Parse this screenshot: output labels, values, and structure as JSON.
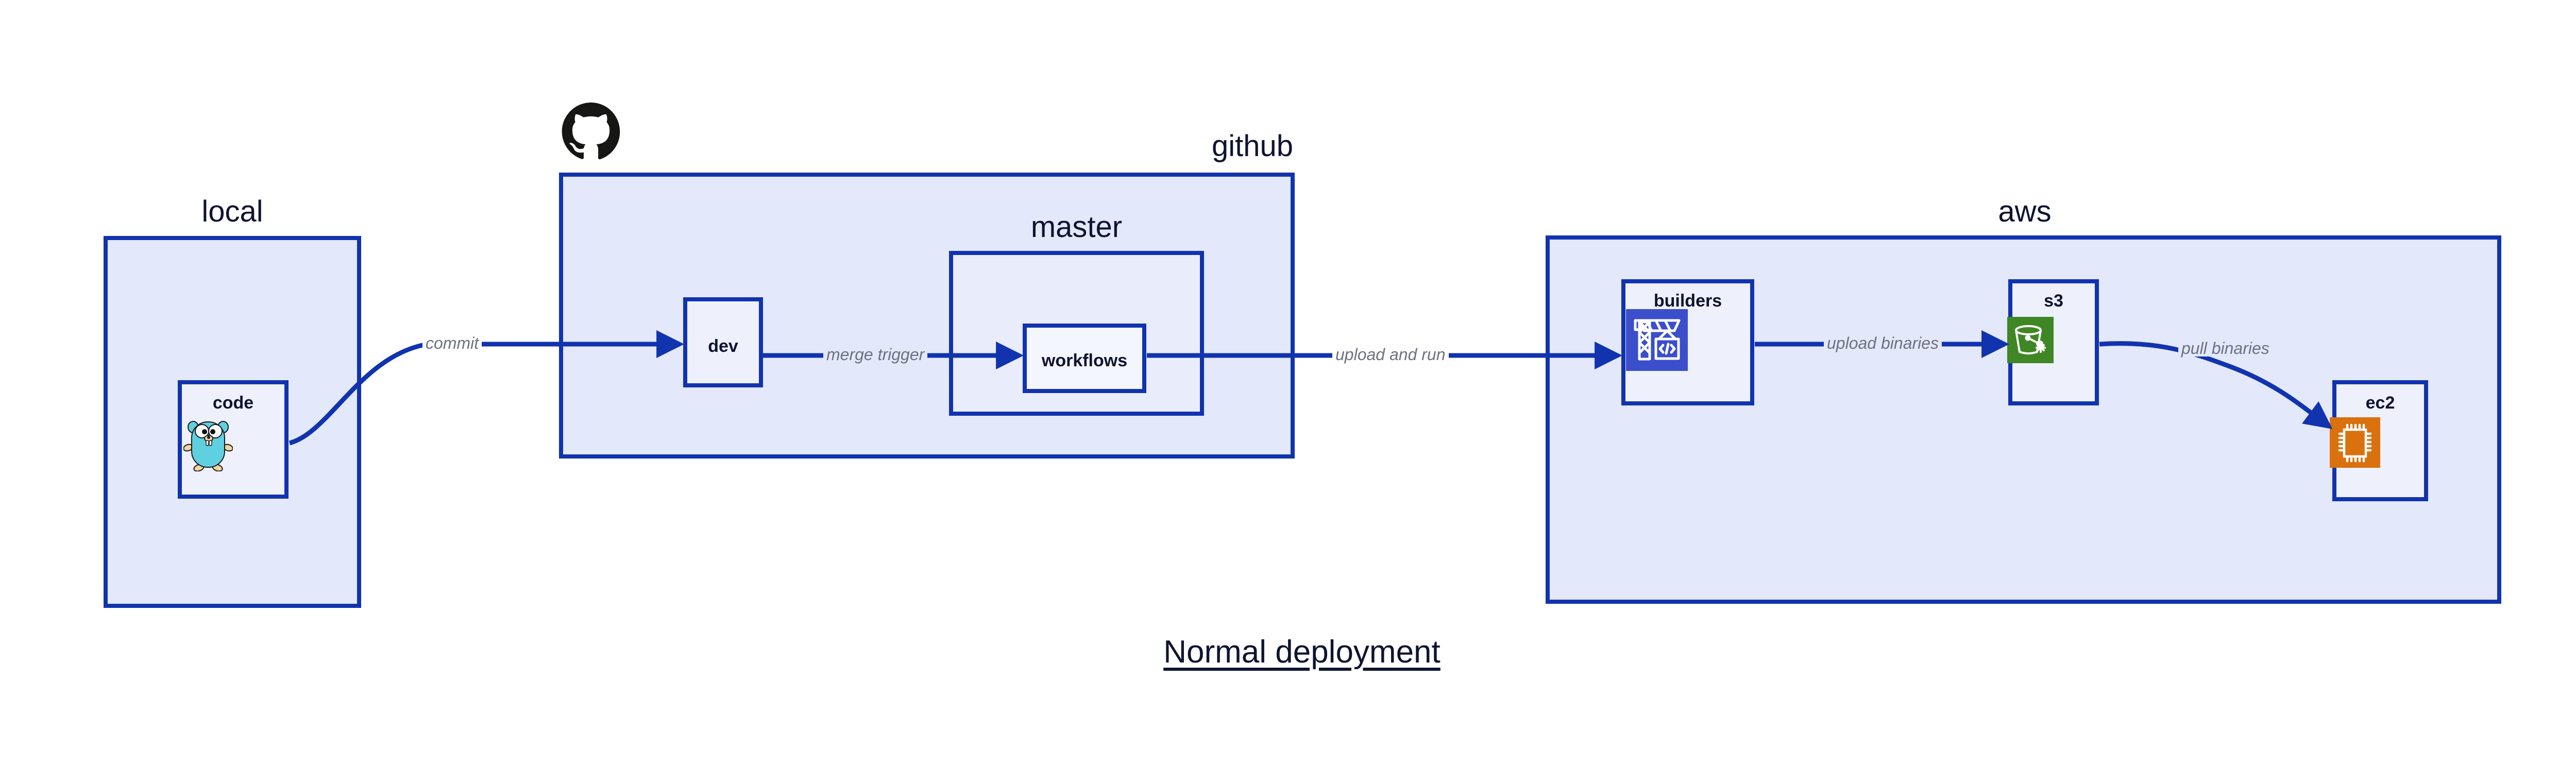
{
  "caption": "Normal deployment",
  "colors": {
    "border": "#1133ae",
    "group_fill": "#e3e8fb",
    "inner_fill": "#e9edfb",
    "node_fill": "#eef1fc",
    "edge_label": "#6b7280",
    "text": "#0e1430",
    "builders_tile": "#3b4ecc",
    "s3_tile": "#3f8624",
    "ec2_tile": "#d9710e",
    "github_logo": "#161614",
    "gopher_body": "#5fd0e0"
  },
  "groups": [
    {
      "id": "local",
      "label": "local",
      "logo": null
    },
    {
      "id": "github",
      "label": "github",
      "logo": "github-octocat-icon"
    },
    {
      "id": "master",
      "label": "master",
      "logo": null
    },
    {
      "id": "aws",
      "label": "aws",
      "logo": null
    }
  ],
  "nodes": [
    {
      "id": "code",
      "label": "code",
      "icon": "go-gopher-icon",
      "group": "local"
    },
    {
      "id": "dev",
      "label": "dev",
      "icon": null,
      "group": "github"
    },
    {
      "id": "workflows",
      "label": "workflows",
      "icon": null,
      "group": "master"
    },
    {
      "id": "builders",
      "label": "builders",
      "icon": "aws-builders-icon",
      "group": "aws"
    },
    {
      "id": "s3",
      "label": "s3",
      "icon": "aws-s3-bucket-icon",
      "group": "aws"
    },
    {
      "id": "ec2",
      "label": "ec2",
      "icon": "aws-ec2-chip-icon",
      "group": "aws"
    }
  ],
  "edges": [
    {
      "id": "commit",
      "label": "commit",
      "from": "code",
      "to": "dev"
    },
    {
      "id": "merge-trigger",
      "label": "merge trigger",
      "from": "dev",
      "to": "workflows"
    },
    {
      "id": "upload-and-run",
      "label": "upload and run",
      "from": "workflows",
      "to": "builders"
    },
    {
      "id": "upload-binaries",
      "label": "upload binaries",
      "from": "builders",
      "to": "s3"
    },
    {
      "id": "pull-binaries",
      "label": "pull binaries",
      "from": "s3",
      "to": "ec2"
    }
  ]
}
